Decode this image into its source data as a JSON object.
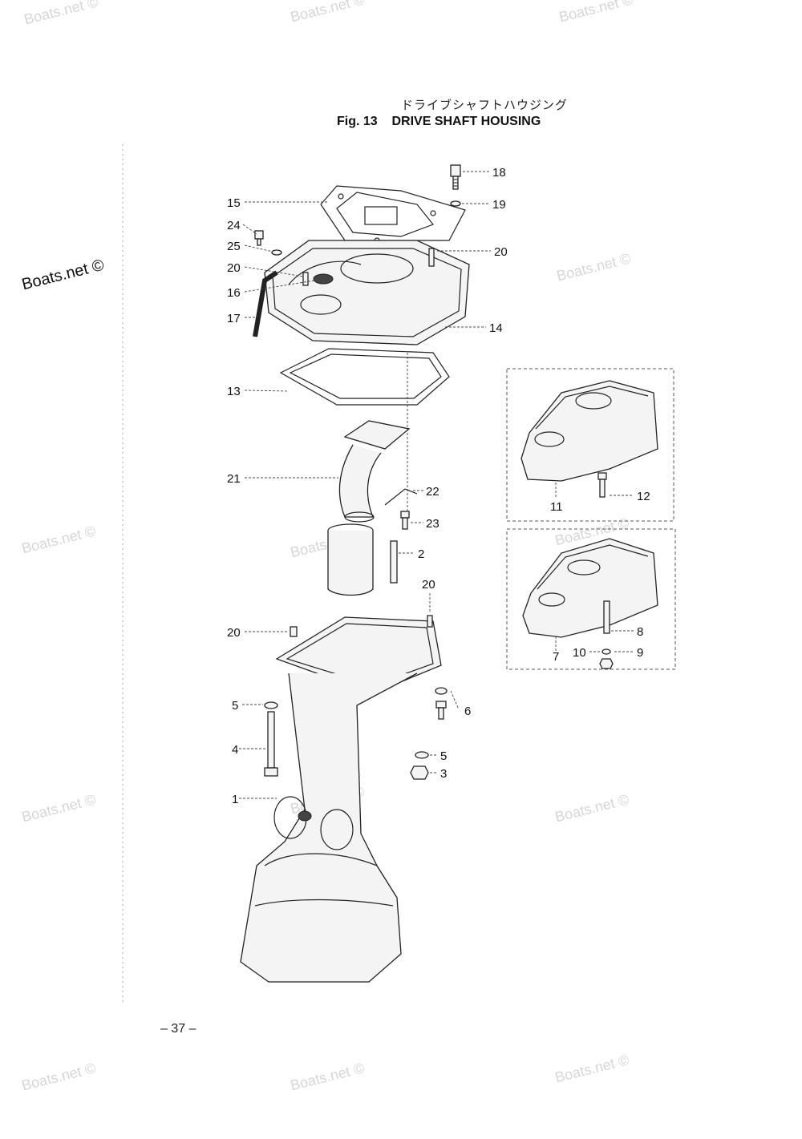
{
  "title": {
    "japanese": "ドライブシャフトハウジング",
    "fig_label": "Fig. 13",
    "name": "DRIVE SHAFT HOUSING"
  },
  "page_number": "– 37 –",
  "watermark": "Boats.net ©",
  "callouts": [
    {
      "id": "c18",
      "text": "18"
    },
    {
      "id": "c19",
      "text": "19"
    },
    {
      "id": "c15",
      "text": "15"
    },
    {
      "id": "c24",
      "text": "24"
    },
    {
      "id": "c25",
      "text": "25"
    },
    {
      "id": "c20a",
      "text": "20"
    },
    {
      "id": "c20b",
      "text": "20"
    },
    {
      "id": "c16",
      "text": "16"
    },
    {
      "id": "c17",
      "text": "17"
    },
    {
      "id": "c14",
      "text": "14"
    },
    {
      "id": "c13",
      "text": "13"
    },
    {
      "id": "c21",
      "text": "21"
    },
    {
      "id": "c22",
      "text": "22"
    },
    {
      "id": "c23",
      "text": "23"
    },
    {
      "id": "c2",
      "text": "2"
    },
    {
      "id": "c20c",
      "text": "20"
    },
    {
      "id": "c20d",
      "text": "20"
    },
    {
      "id": "c5a",
      "text": "5"
    },
    {
      "id": "c6",
      "text": "6"
    },
    {
      "id": "c4",
      "text": "4"
    },
    {
      "id": "c5b",
      "text": "5"
    },
    {
      "id": "c3",
      "text": "3"
    },
    {
      "id": "c1",
      "text": "1"
    },
    {
      "id": "c11",
      "text": "11"
    },
    {
      "id": "c12",
      "text": "12"
    },
    {
      "id": "c8",
      "text": "8"
    },
    {
      "id": "c7",
      "text": "7"
    },
    {
      "id": "c10",
      "text": "10"
    },
    {
      "id": "c9",
      "text": "9"
    }
  ]
}
